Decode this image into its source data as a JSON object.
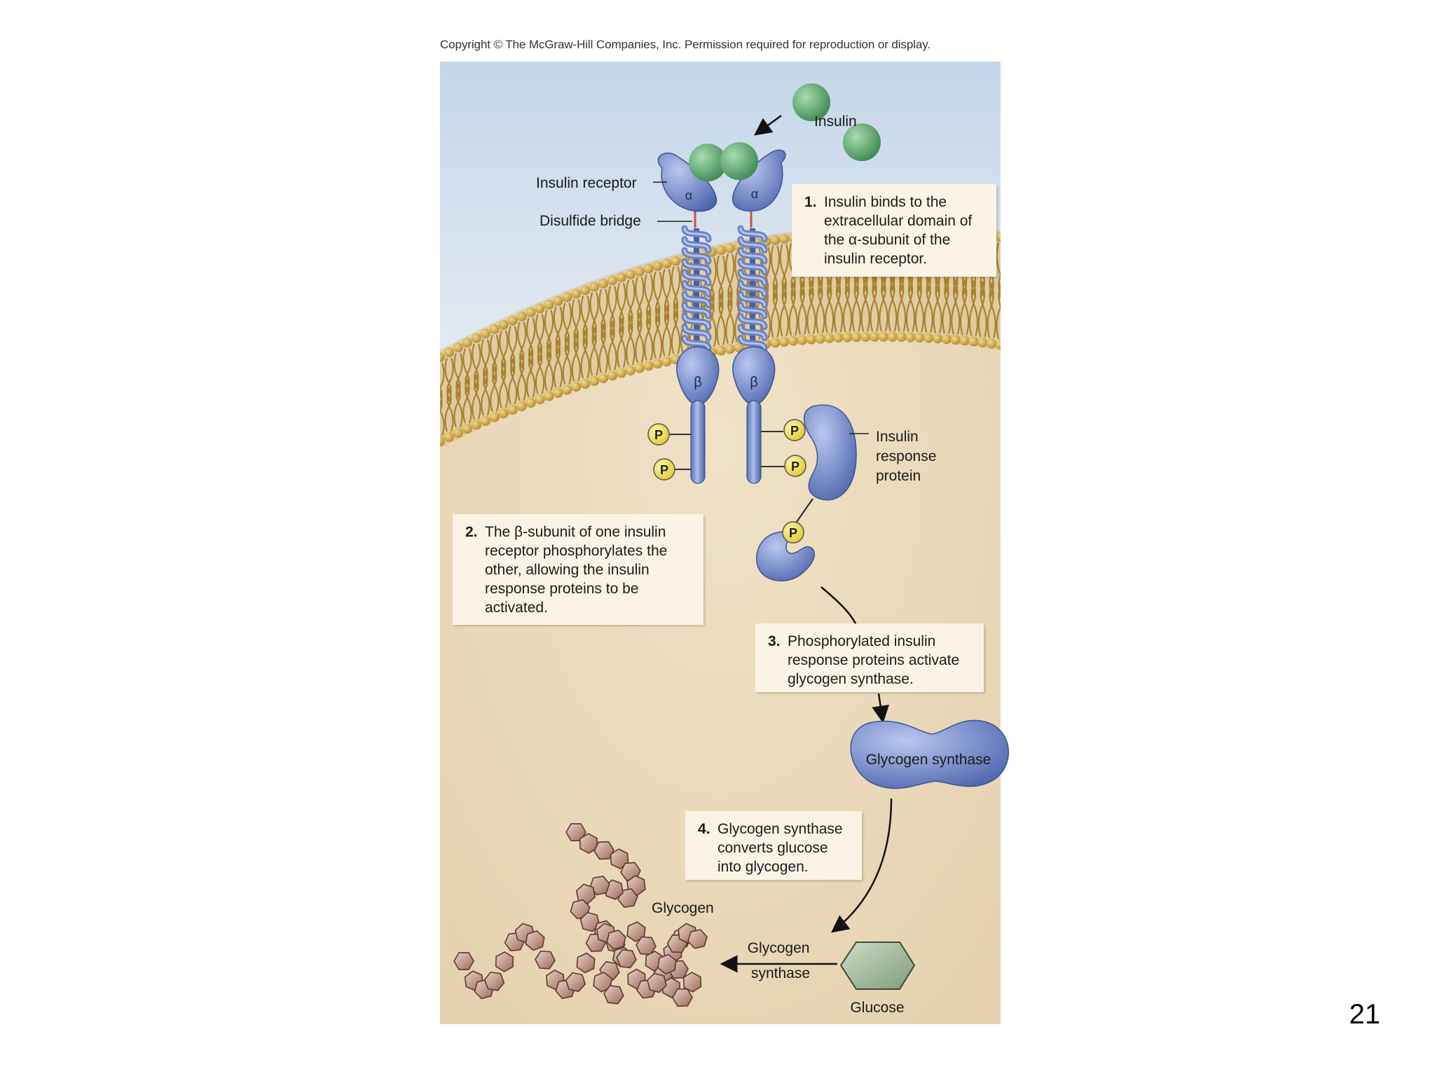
{
  "copyright": "Copyright © The McGraw-Hill Companies, Inc. Permission required for reproduction or display.",
  "slide_number": "21",
  "labels": {
    "insulin": "Insulin",
    "insulin_receptor": "Insulin receptor",
    "disulfide_bridge": "Disulfide bridge",
    "alpha": "α",
    "beta": "β",
    "phosphate": "P",
    "insulin_response_protein": "Insulin\nresponse\nprotein",
    "glycogen_synthase_enzyme": "Glycogen synthase",
    "glycogen": "Glycogen",
    "glycogen_synthase_reaction": "Glycogen\nsynthase",
    "glucose": "Glucose"
  },
  "steps": [
    {
      "number": "1.",
      "text": "Insulin binds to the extracellular domain of the α-subunit of the insulin receptor."
    },
    {
      "number": "2.",
      "text": "The β-subunit of one insulin receptor phosphorylates the other, allowing the insulin response proteins to be activated."
    },
    {
      "number": "3.",
      "text": "Phosphorylated insulin response proteins activate glycogen synthase."
    },
    {
      "number": "4.",
      "text": "Glycogen synthase converts glucose into glycogen."
    }
  ],
  "colors": {
    "extracellular": "#c9daea",
    "cytoplasm": "#ecdcc0",
    "membrane_head": "#c9a24a",
    "protein": "#6f86c6",
    "insulin": "#5fa36e",
    "phosphate": "#f2e25a",
    "glycogen": "#b88a78",
    "glucose": "#9fb79a"
  }
}
